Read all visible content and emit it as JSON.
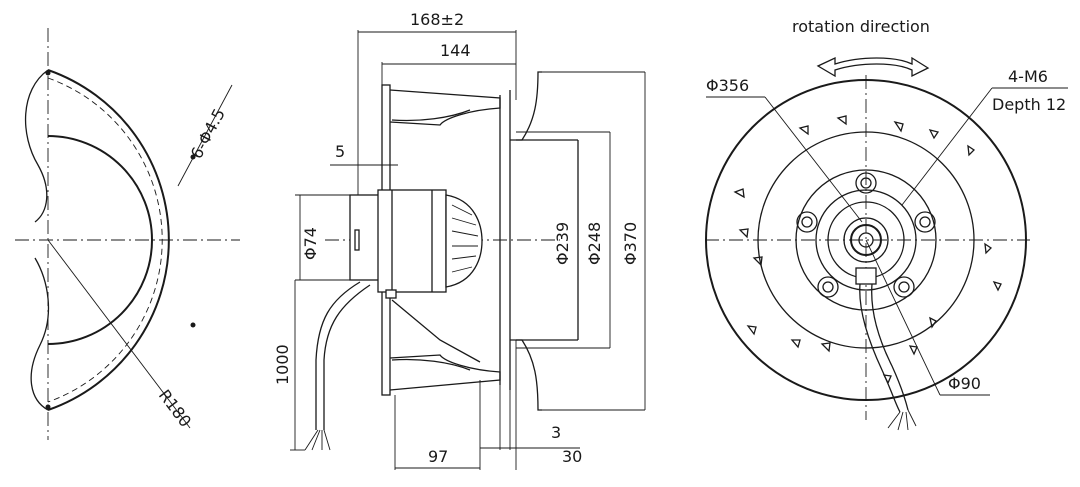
{
  "side_view": {
    "hole_label": "6-Φ4.5",
    "radius_label": "R180"
  },
  "front_view": {
    "overall_length": "168±2",
    "body_length": "144",
    "flange_thickness": "5",
    "motor_diameter": "Φ74",
    "cable_length": "1000",
    "inlet_depth": "97",
    "gap": "3",
    "ring_width": "30",
    "d_inlet": "Φ239",
    "d_ring": "Φ248",
    "d_outer": "Φ370"
  },
  "rear_view": {
    "rotation_label": "rotation direction",
    "mount_label": "4-M6",
    "depth_label": "Depth 12",
    "d_wheel": "Φ356",
    "d_hub": "Φ90"
  }
}
